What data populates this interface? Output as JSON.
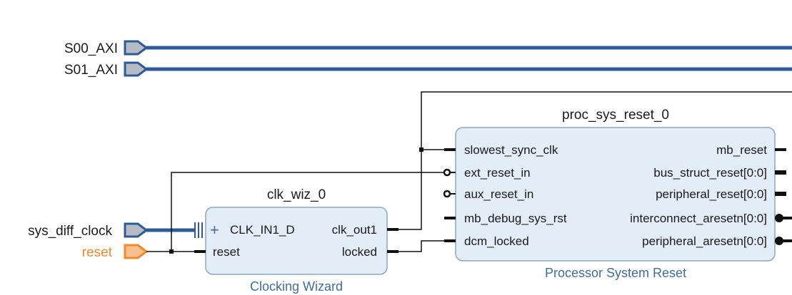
{
  "colors": {
    "bus": "#2d5b9a",
    "wire": "#111111",
    "block_fill": "#e3edf7",
    "block_border": "#8aa7c6",
    "subtitle": "#3f6c9e",
    "reset_port": "#f0892a",
    "port_gray": "#b5bcc4"
  },
  "external_ports": [
    {
      "label": "S00_AXI",
      "type": "bus-interface"
    },
    {
      "label": "S01_AXI",
      "type": "bus-interface"
    },
    {
      "label": "sys_diff_clock",
      "type": "diff-clock-interface"
    },
    {
      "label": "reset",
      "type": "reset"
    }
  ],
  "clk_wiz": {
    "instance": "clk_wiz_0",
    "subtitle": "Clocking Wizard",
    "expand_symbol": "+",
    "inputs": [
      "CLK_IN1_D",
      "reset"
    ],
    "outputs": [
      "clk_out1",
      "locked"
    ]
  },
  "proc_sys_reset": {
    "instance": "proc_sys_reset_0",
    "subtitle": "Processor System Reset",
    "inputs": [
      "slowest_sync_clk",
      "ext_reset_in",
      "aux_reset_in",
      "mb_debug_sys_rst",
      "dcm_locked"
    ],
    "outputs": [
      "mb_reset",
      "bus_struct_reset[0:0]",
      "peripheral_reset[0:0]",
      "interconnect_aresetn[0:0]",
      "peripheral_aresetn[0:0]"
    ]
  }
}
